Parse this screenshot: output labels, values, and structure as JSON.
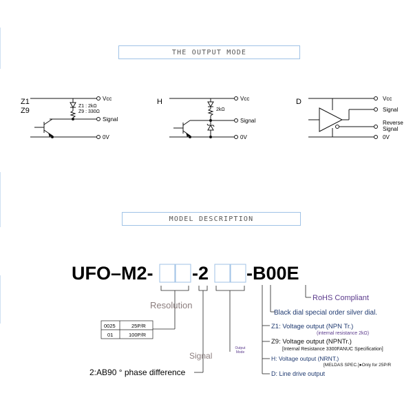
{
  "sections": {
    "output_mode": "THE OUTPUT MODE",
    "model_description": "MODEL DESCRIPTION"
  },
  "circuits": {
    "z1z9": {
      "label_top": "Z1",
      "label_bottom": "Z9",
      "res_top": "Z1 : 2kΩ",
      "res_bottom": "Z9 : 330Ω",
      "vcc": "Vcc",
      "signal": "Signal",
      "zero_v": "0V"
    },
    "h": {
      "label": "H",
      "res": "2kΩ",
      "vcc": "Vcc",
      "signal": "Signal",
      "zero_v": "0V"
    },
    "d": {
      "label": "D",
      "vcc": "Vcc",
      "signal": "Signal",
      "reverse_1": "Reverse",
      "reverse_2": "Signal",
      "zero_v": "0V"
    }
  },
  "model": {
    "prefix": "UFO–M2-",
    "mid": "-2",
    "suffix": "-B00E",
    "resolution": "Resolution",
    "res_table": [
      {
        "code": "0025",
        "value": "25P/R"
      },
      {
        "code": "01",
        "value": "100P/R"
      }
    ],
    "signal": "Signal",
    "phase": "2:AB90 ° phase difference",
    "output_mode_1": "Output",
    "output_mode_2": "Mode",
    "rohs": "RoHS Compliant",
    "dial": "Black dial special order silver dial.",
    "z1": "Z1: Voltage output (NPN Tr.)",
    "z1_note": "(internal resistance 2kΩ)",
    "z9": "Z9: Voltage output (NPNTr.)",
    "z9_note": "[Internal Resistance 3300FANUC Specification]",
    "h": "H: Voltage output (NRNT.)",
    "h_note": "[MELDAS SPEC.]●Only for 25P/R",
    "d": "D: Line drive output"
  },
  "colors": {
    "accent_purple": "#5b3a8c",
    "accent_navy": "#1f3a70",
    "label_gray": "#8b7d7d",
    "box_border": "#9fc2e6"
  }
}
